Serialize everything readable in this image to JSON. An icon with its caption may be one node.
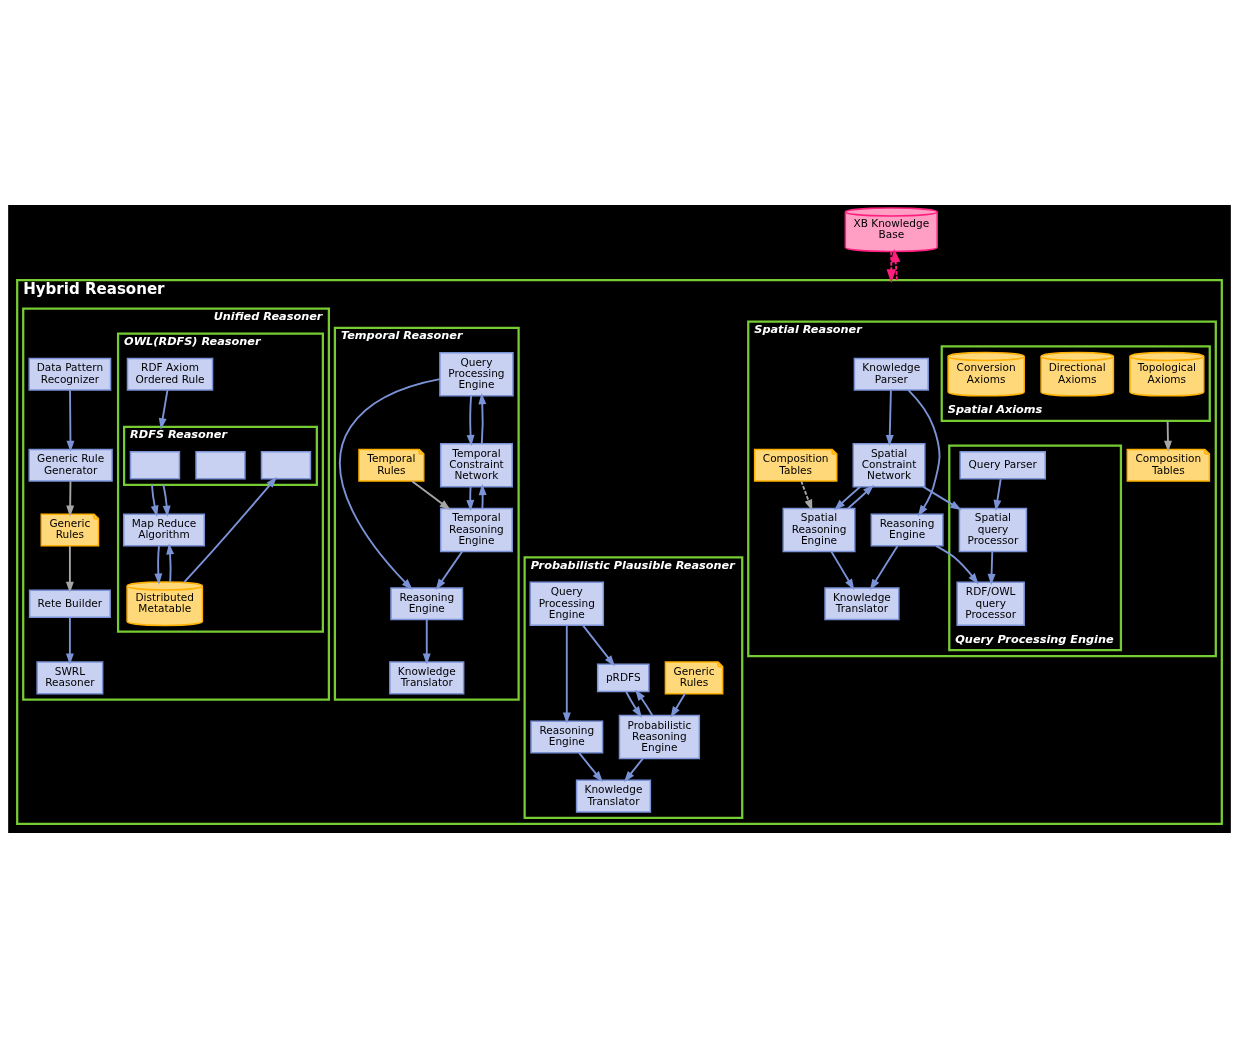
{
  "diagram": {
    "nodes": [
      {
        "text": [
          "XB Knowledge Base"
        ]
      },
      {
        "text": [
          "Hybrid Reasoner"
        ]
      },
      {
        "text": [
          "Spatial Reasoner"
        ],
        "in": 1
      },
      {
        "text": [
          "Knowledge Parser"
        ],
        "in": 2
      },
      {
        "text": [
          "Knowledge Translator"
        ],
        "in": 2
      },
      {
        "text": [
          "Reasoning Engine"
        ],
        "in": 2
      },
      {
        "text": [
          "Spatial Constraint Network"
        ],
        "in": 2
      },
      {
        "text": [
          "Spatial Reasoning Engine"
        ],
        "in": 2
      },
      {
        "text": [
          "Query Processing Engine"
        ],
        "in": 2
      },
      {
        "text": [
          "RDF/OWL query Processor"
        ],
        "in": 8
      },
      {
        "text": [
          "Spatial query Processor"
        ],
        "in": 8
      },
      {
        "text": [
          "Query Parser"
        ],
        "in": 8
      },
      {
        "text": [
          "Composition Tables"
        ],
        "in": 2
      },
      {
        "text": [
          "Composition Tables"
        ],
        "in": 2
      },
      {
        "text": [
          "Spatial Axioms"
        ],
        "in": 2
      },
      {
        "text": [
          "Topological Axioms"
        ],
        "in": 14
      },
      {
        "text": [
          "Directional Axioms"
        ],
        "in": 14
      },
      {
        "text": [
          "Conversion Axioms"
        ],
        "in": 14
      },
      {
        "text": [
          "Temporal Reasoner"
        ],
        "in": 1
      },
      {
        "text": [
          "Query Processing Engine"
        ],
        "in": 18
      },
      {
        "text": [
          "Knowledge Translator"
        ],
        "in": 18
      },
      {
        "text": [
          "Reasoning Engine"
        ],
        "in": 18
      },
      {
        "text": [
          "Temporal Constraint Network"
        ],
        "in": 18
      },
      {
        "text": [
          "Temporal Reasoning Engine"
        ],
        "in": 18
      },
      {
        "text": [
          "Temporal Rules"
        ],
        "in": 18
      },
      {
        "text": [
          "Probabilistic Plausible Reasoner"
        ],
        "in": 1
      },
      {
        "text": [
          "Query Processing Engine"
        ],
        "in": 25
      },
      {
        "text": [
          "Knowledge Translator"
        ],
        "in": 25
      },
      {
        "text": [
          "Reasoning Engine"
        ],
        "in": 25
      },
      {
        "text": [
          "Generic Rules"
        ],
        "in": 25
      },
      {
        "text": [
          "pRDFS"
        ],
        "in": 25
      },
      {
        "text": [
          "Probabilistic Reasoning Engine"
        ],
        "in": 25
      },
      {
        "text": [
          "Unified Reasoner"
        ],
        "in": 1
      },
      {
        "text": [
          "Data Pattern Recognizer"
        ],
        "in": 32
      },
      {
        "text": [
          "Generic Rule Generator"
        ],
        "in": 32
      },
      {
        "text": [
          "Generic Rules"
        ],
        "in": 32
      },
      {
        "text": [
          "Rete Builder"
        ],
        "in": 32
      },
      {
        "text": [
          "SWRL Reasoner"
        ],
        "in": 32
      },
      {
        "text": [
          "OWL(RDFS) Reasoner"
        ],
        "in": 32
      },
      {
        "text": [
          "RDF Axiom Ordered Rule"
        ],
        "in": 38
      },
      {
        "text": [
          "RDFS Reasoner"
        ],
        "in": 38
      },
      {
        "text": [],
        "shape": "box",
        "in": 40
      },
      {
        "text": [],
        "shape": "box",
        "in": 40
      },
      {
        "text": [],
        "shape": "box",
        "in": 40
      },
      {
        "text": [
          "Map Reduce Algorithm"
        ],
        "in": 38
      },
      {
        "text": [
          "Distributed Metatable"
        ],
        "in": 38
      }
    ],
    "edges": [
      {
        "from": 0,
        "to": 1,
        "arrow": "to",
        "style": "dashed",
        "color": "#ff1f7f"
      },
      {
        "from": 1,
        "to": 0,
        "arrow": "to",
        "style": "dashed",
        "color": "#ff1f7f"
      },
      {
        "from": 3,
        "to": 5,
        "arrow": "to"
      },
      {
        "from": 3,
        "to": 6,
        "arrow": "to"
      },
      {
        "from": 5,
        "to": 4,
        "arrow": "to"
      },
      {
        "from": 7,
        "to": 4,
        "arrow": "to"
      },
      {
        "from": 5,
        "to": 9,
        "arrow": "to"
      },
      {
        "from": 7,
        "to": 6,
        "arrow": "to"
      },
      {
        "from": 6,
        "to": 7,
        "arrow": "to"
      },
      {
        "from": 6,
        "to": 10,
        "arrow": "to"
      },
      {
        "from": 10,
        "to": 9,
        "arrow": "to"
      },
      {
        "from": 11,
        "to": 10,
        "arrow": "to"
      },
      {
        "from": 12,
        "to": 7,
        "arrow": "to",
        "style": "dashed",
        "color": "#a6a6a6"
      },
      {
        "from": 14,
        "to": 13,
        "arrow": "to",
        "color": "#a6a6a6"
      },
      {
        "from": 19,
        "to": 21,
        "arrow": "to"
      },
      {
        "from": 19,
        "to": 22,
        "arrow": "to"
      },
      {
        "from": 22,
        "to": 19,
        "arrow": "to"
      },
      {
        "from": 21,
        "to": 20,
        "arrow": "to"
      },
      {
        "from": 23,
        "to": 21,
        "arrow": "to"
      },
      {
        "from": 23,
        "to": 22,
        "arrow": "to"
      },
      {
        "from": 22,
        "to": 23,
        "arrow": "to"
      },
      {
        "from": 24,
        "to": 23,
        "arrow": "to",
        "color": "#a6a6a6"
      },
      {
        "from": 26,
        "to": 28,
        "arrow": "to"
      },
      {
        "from": 26,
        "to": 30,
        "arrow": "to"
      },
      {
        "from": 28,
        "to": 27,
        "arrow": "to"
      },
      {
        "from": 31,
        "to": 27,
        "arrow": "to"
      },
      {
        "from": 29,
        "to": 31,
        "arrow": "to"
      },
      {
        "from": 31,
        "to": 30,
        "arrow": "to"
      },
      {
        "from": 30,
        "to": 31,
        "arrow": "to"
      },
      {
        "from": 33,
        "to": 34,
        "arrow": "to"
      },
      {
        "from": 34,
        "to": 35,
        "arrow": "to",
        "color": "#a6a6a6"
      },
      {
        "from": 35,
        "to": 36,
        "arrow": "to",
        "color": "#a6a6a6"
      },
      {
        "from": 36,
        "to": 37,
        "arrow": "to"
      },
      {
        "from": 39,
        "to": 40,
        "arrow": "to"
      },
      {
        "from": 40,
        "to": 44,
        "arrow": "to"
      },
      {
        "from": 40,
        "to": 44,
        "arrow": "to"
      },
      {
        "from": 45,
        "to": 43,
        "arrow": "to"
      },
      {
        "from": 44,
        "to": 45,
        "arrow": "to"
      },
      {
        "from": 45,
        "to": 44,
        "arrow": "to"
      }
    ]
  }
}
